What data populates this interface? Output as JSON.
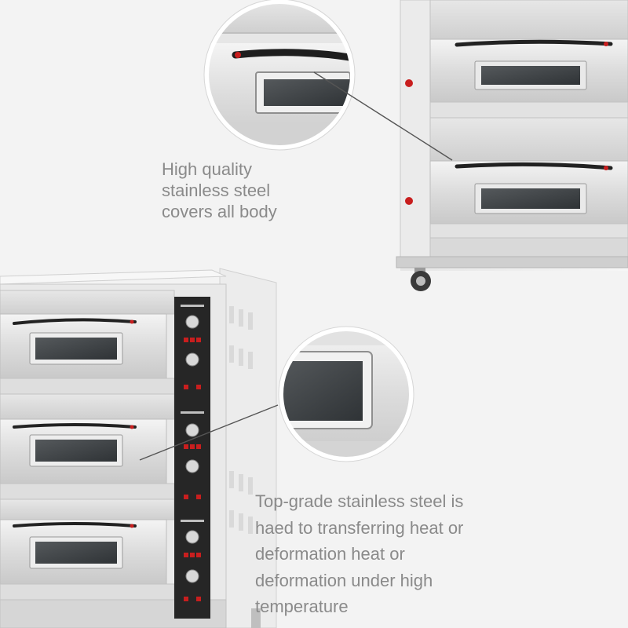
{
  "captions": {
    "top": [
      "High quality",
      "stainless steel",
      "covers all body"
    ],
    "bottom": [
      "Top-grade stainless steel is",
      "haed to transferring heat or",
      "deformation heat or",
      "deformation under high",
      "temperature"
    ]
  },
  "colors": {
    "background": "#f3f3f3",
    "steel_light": "#f2f2f2",
    "steel_mid": "#d4d4d4",
    "steel_dark": "#a9a9a9",
    "handle": "#222222",
    "handle_tip": "#c81e1e",
    "window_glass": "#3f4447",
    "control_panel": "#262626",
    "text": "#8a8a8a",
    "leader_line": "#555555"
  }
}
